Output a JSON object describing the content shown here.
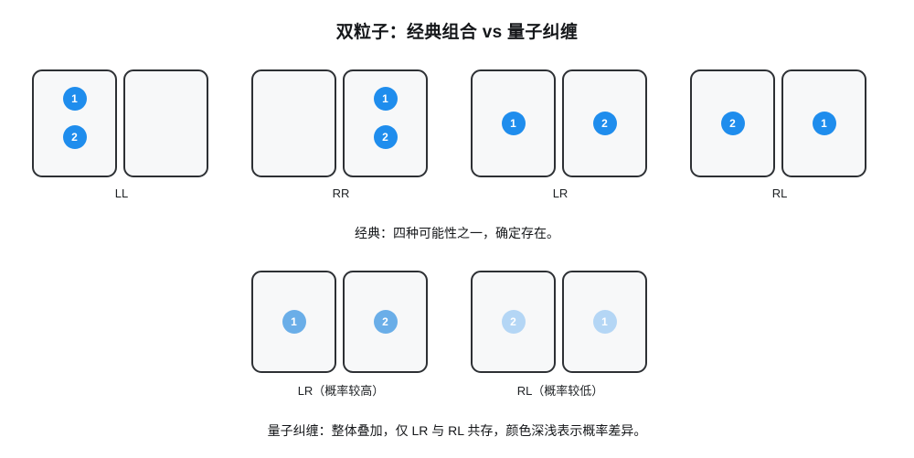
{
  "title": "双粒子：经典组合 vs 量子纠缠",
  "colors": {
    "particle_strong": "#1f8ded",
    "particle_medium": "#6aaee8",
    "particle_faint": "#b4d6f5",
    "box_border": "#2d3034",
    "box_fill": "#f7f8f9",
    "background": "#ffffff",
    "text": "#15171a"
  },
  "classical": {
    "caption": "经典：四种可能性之一，确定存在。",
    "groups": [
      {
        "label": "LL",
        "left_box": {
          "particles": [
            "1",
            "2"
          ],
          "stacked": true
        },
        "right_box": {
          "particles": [],
          "stacked": false
        }
      },
      {
        "label": "RR",
        "left_box": {
          "particles": [],
          "stacked": false
        },
        "right_box": {
          "particles": [
            "1",
            "2"
          ],
          "stacked": true
        }
      },
      {
        "label": "LR",
        "left_box": {
          "particles": [
            "1"
          ],
          "stacked": false
        },
        "right_box": {
          "particles": [
            "2"
          ],
          "stacked": false
        }
      },
      {
        "label": "RL",
        "left_box": {
          "particles": [
            "2"
          ],
          "stacked": false
        },
        "right_box": {
          "particles": [
            "1"
          ],
          "stacked": false
        }
      }
    ]
  },
  "quantum": {
    "caption": "量子纠缠：整体叠加，仅 LR 与 RL 共存，颜色深浅表示概率差异。",
    "groups": [
      {
        "label": "LR（概率较高）",
        "shade": "medium",
        "left_box": {
          "particles": [
            "1"
          ]
        },
        "right_box": {
          "particles": [
            "2"
          ]
        }
      },
      {
        "label": "RL（概率较低）",
        "shade": "faint",
        "left_box": {
          "particles": [
            "2"
          ]
        },
        "right_box": {
          "particles": [
            "1"
          ]
        }
      }
    ]
  }
}
